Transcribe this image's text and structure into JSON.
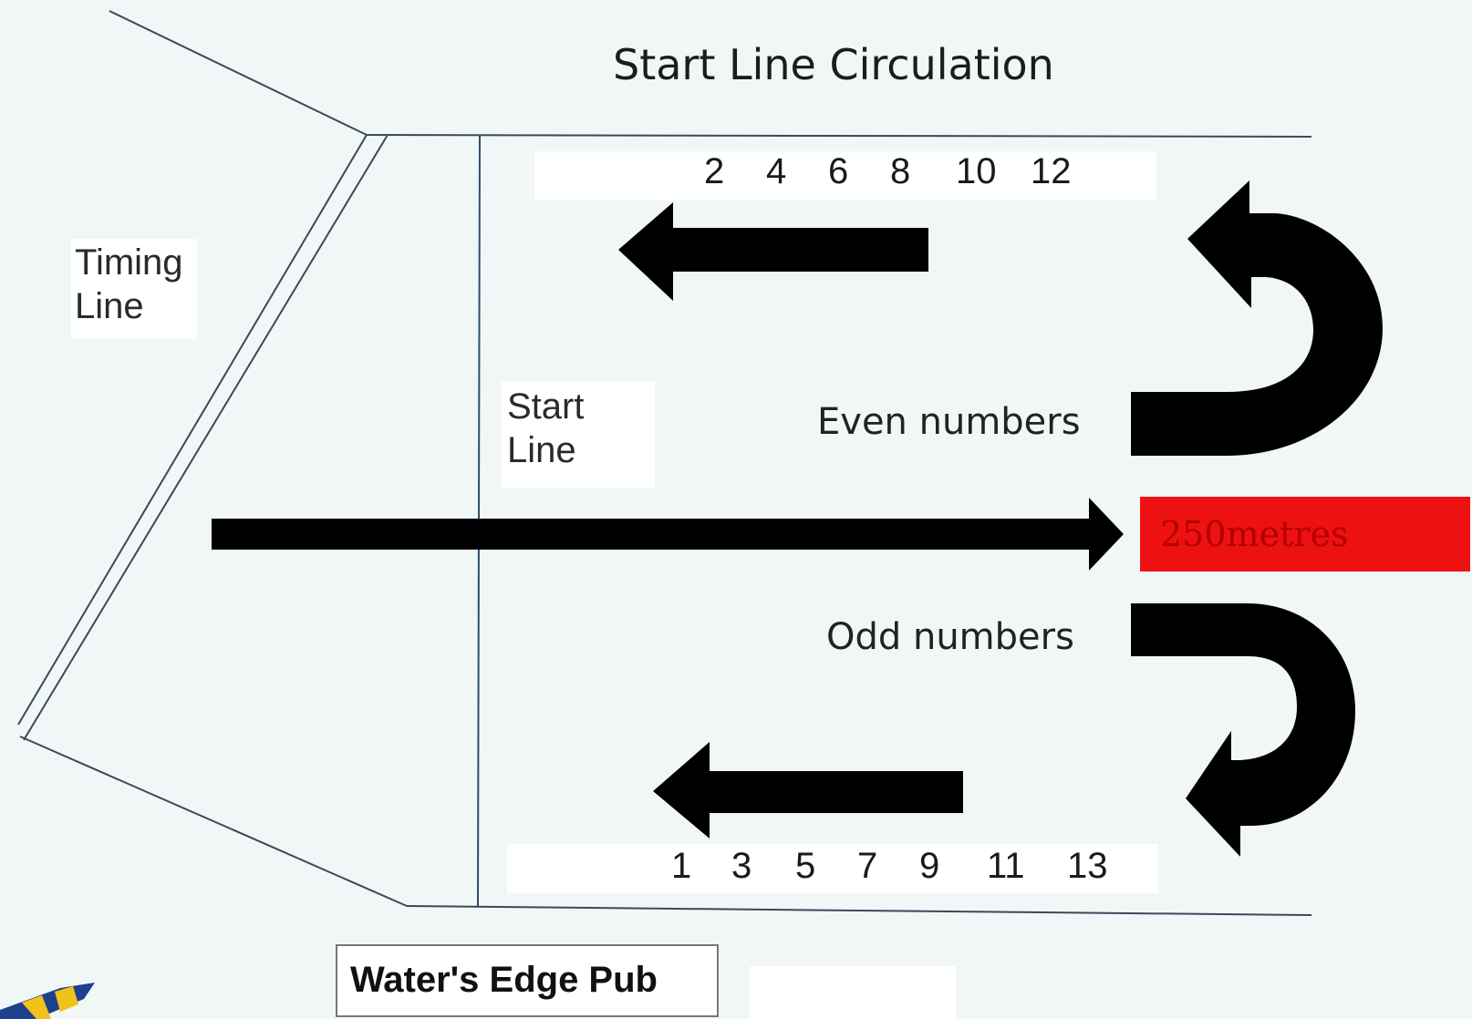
{
  "title": "Start Line Circulation",
  "timing_line": [
    "Timing",
    "Line"
  ],
  "start_line": [
    "Start",
    "Line"
  ],
  "even_numbers": [
    "2",
    "4",
    "6",
    "8",
    "10",
    "12"
  ],
  "odd_numbers": [
    "1",
    "3",
    "5",
    "7",
    "9",
    "11",
    "13"
  ],
  "even_label": "Even numbers",
  "odd_label": "Odd numbers",
  "distance_label": "250metres",
  "venue_label": "Water's Edge Pub",
  "colors": {
    "arrow": "#000000",
    "line": "#2e4d6b",
    "distance_box": "#ee1111",
    "background": "#f1f7f7"
  }
}
